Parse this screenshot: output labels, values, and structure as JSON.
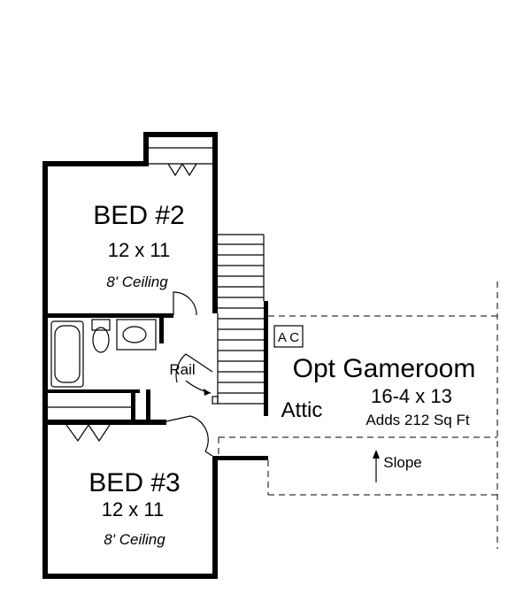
{
  "rooms": {
    "bed2": {
      "name": "BED #2",
      "size": "12 x 11",
      "ceiling": "8' Ceiling"
    },
    "bed3": {
      "name": "BED #3",
      "size": "12 x 11",
      "ceiling": "8' Ceiling"
    },
    "gameroom": {
      "name": "Opt Gameroom",
      "size": "16-4 x 13",
      "adds": "Adds 212 Sq Ft"
    }
  },
  "labels": {
    "rail": "Rail",
    "attic": "Attic",
    "ac": "A C",
    "slope": "Slope"
  }
}
